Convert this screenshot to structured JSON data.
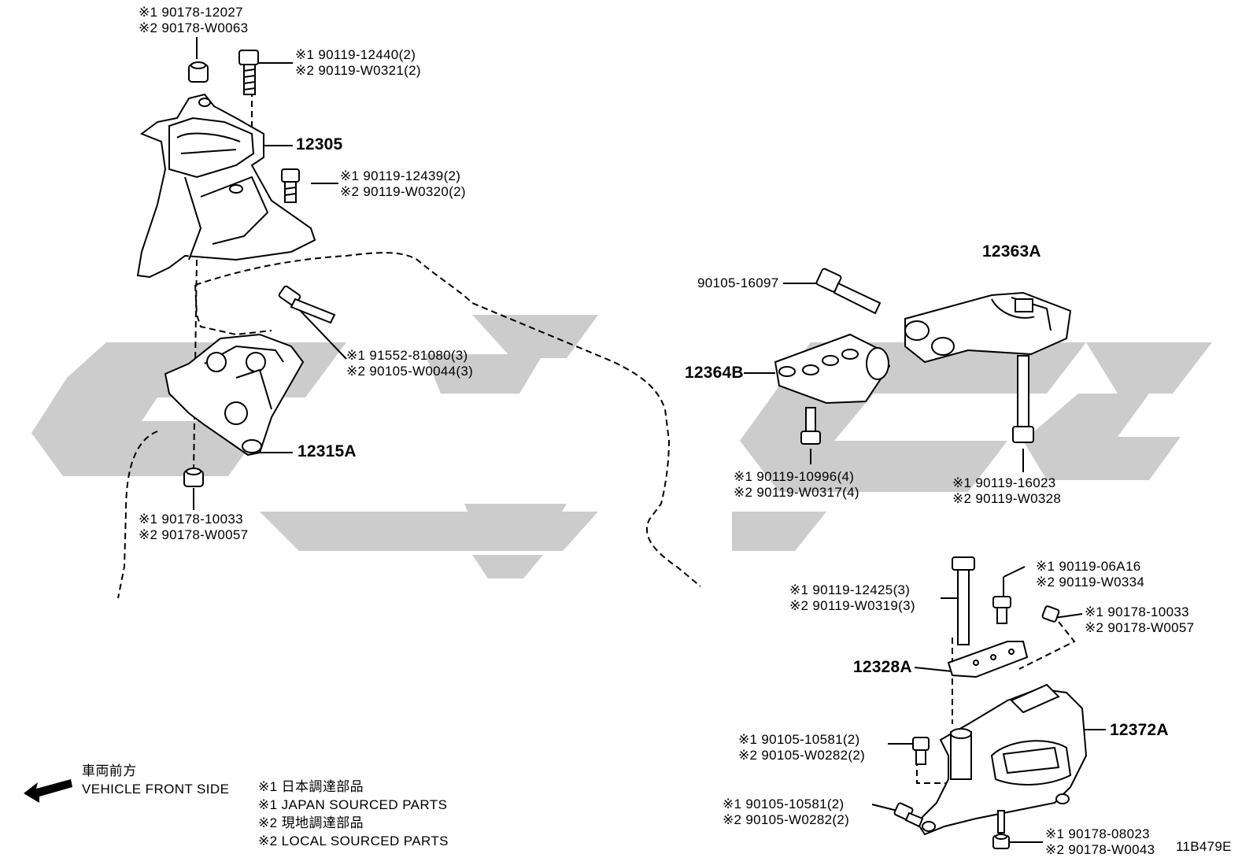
{
  "callouts": {
    "nut_top": {
      "l1": "※1 90178-12027",
      "l2": "※2 90178-W0063"
    },
    "bolt_top": {
      "l1": "※1 90119-12440(2)",
      "l2": "※2 90119-W0321(2)"
    },
    "bolt_mid": {
      "l1": "※1 90119-12439(2)",
      "l2": "※2 90119-W0320(2)"
    },
    "bolt_long_left": {
      "l1": "※1 91552-81080(3)",
      "l2": "※2 90105-W0044(3)"
    },
    "nut_left": {
      "l1": "※1 90178-10033",
      "l2": "※2 90178-W0057"
    },
    "bolt_center": {
      "l1": "※1 90119-10996(4)",
      "l2": "※2 90119-W0317(4)"
    },
    "bolt_right_long": {
      "l1": "※1 90119-16023",
      "l2": "※2 90119-W0328"
    },
    "bolt_right_a": {
      "l1": "※1 90119-06A16",
      "l2": "※2 90119-W0334"
    },
    "bolt_right_b": {
      "l1": "※1 90119-12425(3)",
      "l2": "※2 90119-W0319(3)"
    },
    "nut_right": {
      "l1": "※1 90178-10033",
      "l2": "※2 90178-W0057"
    },
    "bolt_lower_a": {
      "l1": "※1 90105-10581(2)",
      "l2": "※2 90105-W0282(2)"
    },
    "bolt_lower_b": {
      "l1": "※1 90105-10581(2)",
      "l2": "※2 90105-W0282(2)"
    },
    "nut_bottom": {
      "l1": "※1 90178-08023",
      "l2": "※2 90178-W0043"
    },
    "bolt_single": "90105-16097"
  },
  "parts": {
    "p12305": "12305",
    "p12315A": "12315A",
    "p12363A": "12363A",
    "p12364B": "12364B",
    "p12328A": "12328A",
    "p12372A": "12372A"
  },
  "legend": {
    "front_jp": "車両前方",
    "front_en": "VEHICLE FRONT SIDE",
    "n1_jp": "※1 日本調達部品",
    "n1_en": "※1 JAPAN SOURCED PARTS",
    "n2_jp": "※2 現地調達部品",
    "n2_en": "※2 LOCAL SOURCED PARTS"
  },
  "drawing_code": "11B479E",
  "colors": {
    "watermark": "#cfcfcf",
    "ink": "#000000"
  }
}
